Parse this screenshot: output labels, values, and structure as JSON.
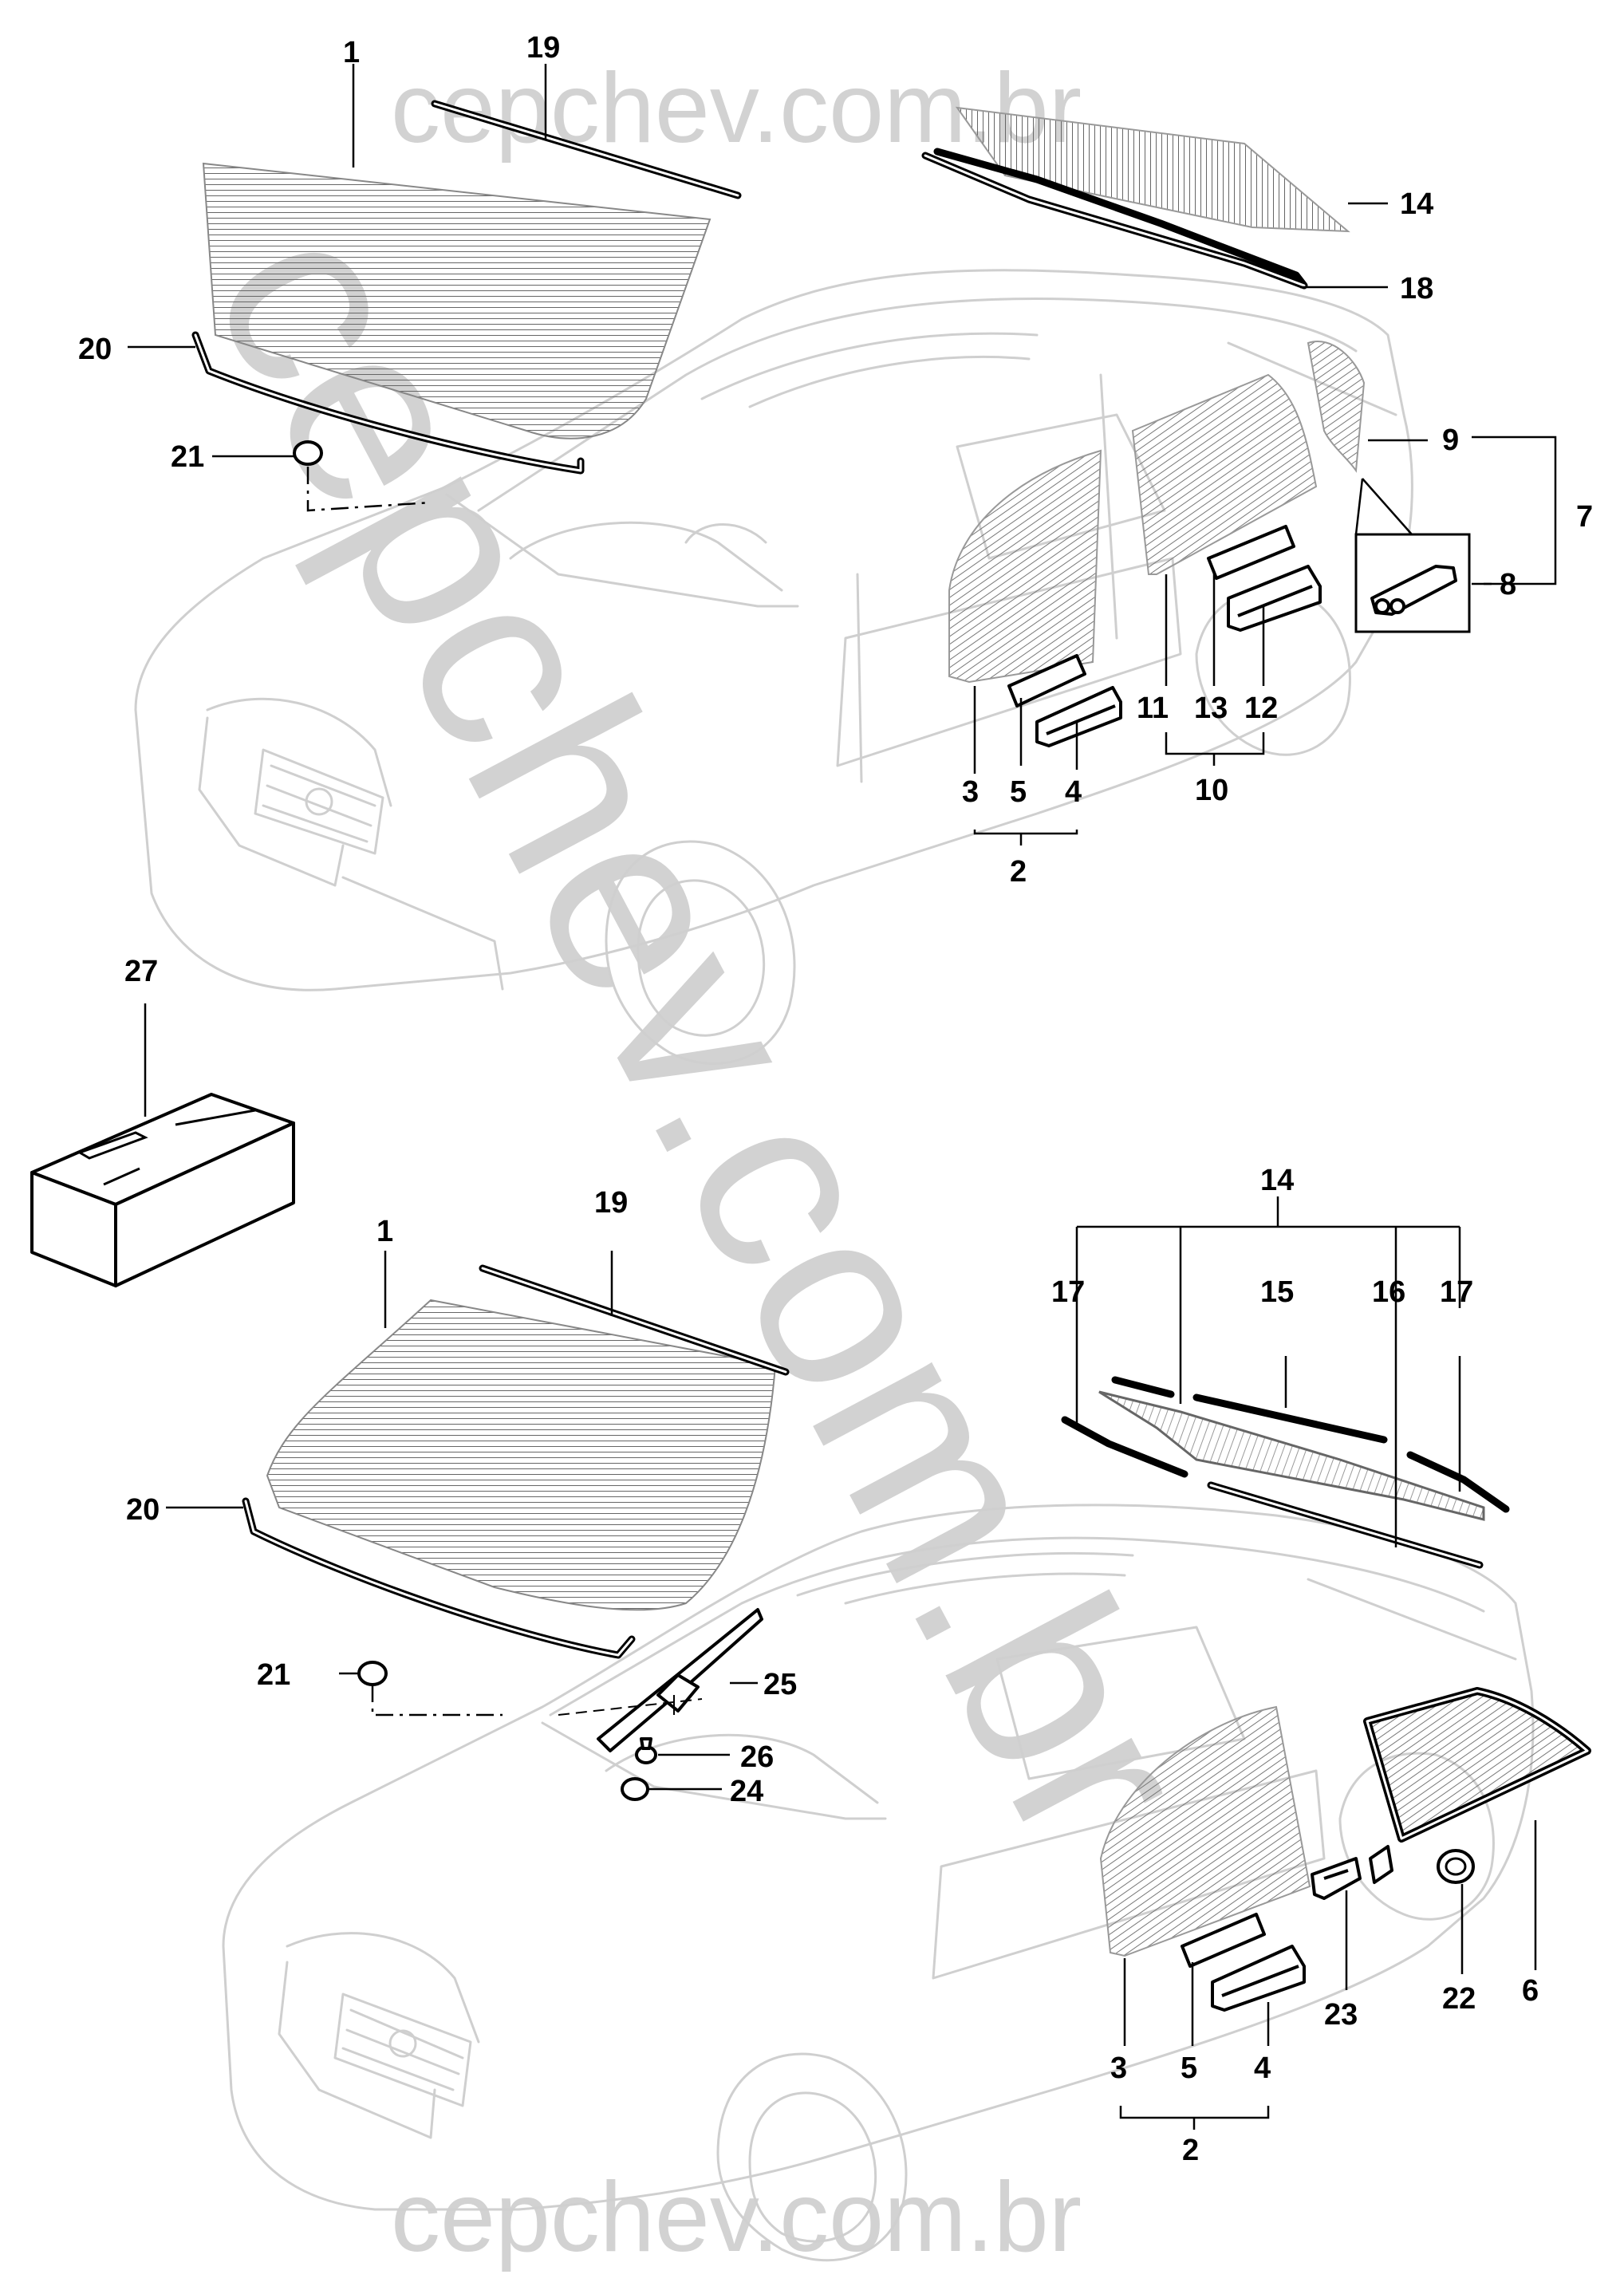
{
  "watermark": {
    "top": "cepchev.com.br",
    "bottom": "cepchev.com.br",
    "diagonal": "cepchev.com.br"
  },
  "upper_diagram": {
    "labels": {
      "1": "1",
      "2": "2",
      "3": "3",
      "4": "4",
      "5": "5",
      "7": "7",
      "8": "8",
      "9": "9",
      "10": "10",
      "11": "11",
      "12": "12",
      "13": "13",
      "14": "14",
      "18": "18",
      "19": "19",
      "20": "20",
      "21": "21"
    }
  },
  "kit": {
    "label": "27"
  },
  "lower_diagram": {
    "labels": {
      "1": "1",
      "2": "2",
      "3": "3",
      "4": "4",
      "5": "5",
      "6": "6",
      "14": "14",
      "15": "15",
      "16": "16",
      "17a": "17",
      "17b": "17",
      "19": "19",
      "20": "20",
      "21": "21",
      "22": "22",
      "23": "23",
      "24": "24",
      "25": "25",
      "26": "26"
    }
  },
  "colors": {
    "ink": "#000000",
    "car_outline": "#cfcfcf",
    "watermark": "#d2d2d2",
    "glass_hatch": "#555555"
  },
  "icons": [
    "windshield-glass",
    "rear-glass",
    "door-glass",
    "quarter-glass",
    "seal-strip",
    "clip",
    "channel",
    "kit-box",
    "wiper-arm",
    "plug"
  ]
}
